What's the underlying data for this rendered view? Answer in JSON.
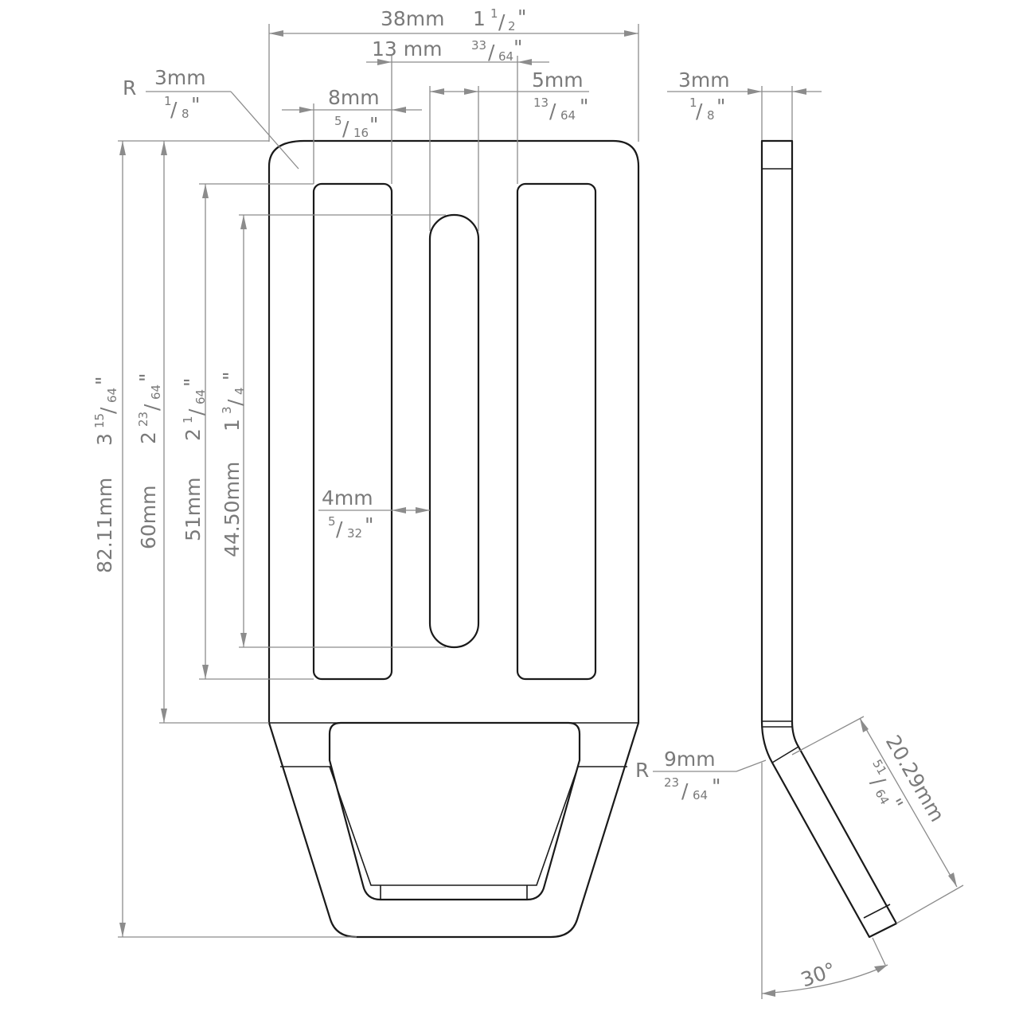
{
  "dimensions": {
    "overall_width": {
      "metric": "38mm",
      "imperial_whole": "1",
      "imperial_num": "1",
      "imperial_den": "2",
      "quote": "\""
    },
    "slot_offset": {
      "metric": "13 mm",
      "imperial_num": "33",
      "imperial_den": "64",
      "quote": "\""
    },
    "corner_radius": {
      "prefix": "R",
      "metric": "3mm",
      "imperial_num": "1",
      "imperial_den": "8",
      "quote": "\""
    },
    "left_slot_width": {
      "metric": "8mm",
      "imperial_num": "5",
      "imperial_den": "16",
      "quote": "\""
    },
    "center_slot_width": {
      "metric": "5mm",
      "imperial_num": "13",
      "imperial_den": "64",
      "quote": "\""
    },
    "thickness": {
      "metric": "3mm",
      "imperial_num": "1",
      "imperial_den": "8",
      "quote": "\""
    },
    "gap": {
      "metric": "4mm",
      "imperial_num": "5",
      "imperial_den": "32",
      "quote": "\""
    },
    "overall_length": {
      "metric": "82.11mm",
      "imperial_whole": "3",
      "imperial_num": "15",
      "imperial_den": "64",
      "quote": "\""
    },
    "body_length": {
      "metric": "60mm",
      "imperial_whole": "2",
      "imperial_num": "23",
      "imperial_den": "64",
      "quote": "\""
    },
    "outer_slot_length": {
      "metric": "51mm",
      "imperial_whole": "2",
      "imperial_num": "1",
      "imperial_den": "64",
      "quote": "\""
    },
    "center_slot_length": {
      "metric": "44.50mm",
      "imperial_whole": "1",
      "imperial_num": "3",
      "imperial_den": "4",
      "quote": "\""
    },
    "bend_radius": {
      "prefix": "R",
      "metric": "9mm",
      "imperial_num": "23",
      "imperial_den": "64",
      "quote": "\""
    },
    "bent_leg_length": {
      "metric": "20.29mm",
      "imperial_num": "51",
      "imperial_den": "64",
      "quote": "\""
    },
    "bend_angle": {
      "value": "30°"
    }
  }
}
